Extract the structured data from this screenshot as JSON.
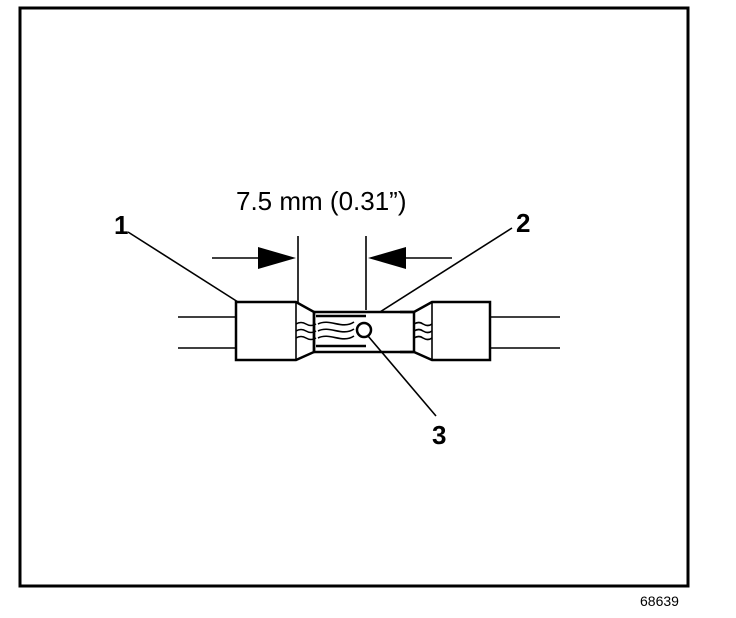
{
  "diagram": {
    "dimension_label": "7.5 mm (0.31”)",
    "callouts": [
      {
        "id": "1",
        "label": "1"
      },
      {
        "id": "2",
        "label": "2"
      },
      {
        "id": "3",
        "label": "3"
      }
    ],
    "figure_id": "68639"
  }
}
